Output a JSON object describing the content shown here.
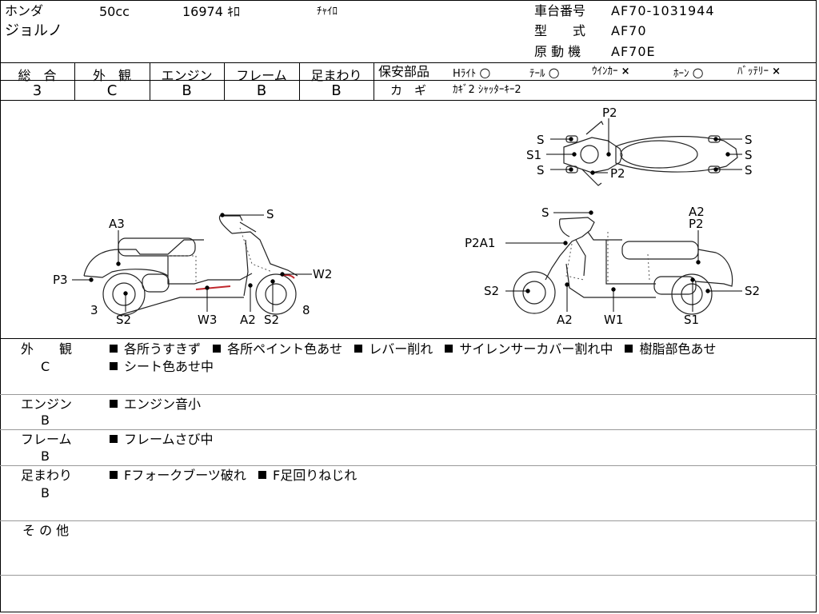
{
  "header": {
    "maker": "ホンダ",
    "displacement": "50cc",
    "mileage": "16974 ｷﾛ",
    "color": "ﾁｬｲﾛ",
    "model_name": "ジョルノ",
    "frame_no_label": "車台番号",
    "frame_no": "AF70-1031944",
    "type_label": "型　　式",
    "type": "AF70",
    "engine_label": "原 動 機",
    "engine": "AF70E"
  },
  "grades": {
    "headers": [
      "総　合",
      "外　観",
      "エンジン",
      "フレーム",
      "足まわり"
    ],
    "values": [
      "3",
      "C",
      "B",
      "B",
      "B"
    ]
  },
  "safety": {
    "label": "保安部品",
    "items": [
      {
        "name": "Hﾗｲﾄ",
        "mark": "○"
      },
      {
        "name": "ﾃｰﾙ",
        "mark": "○"
      },
      {
        "name": "ｳｲﾝｶｰ",
        "mark": "×"
      },
      {
        "name": "ﾎｰﾝ",
        "mark": "○"
      },
      {
        "name": "ﾊﾞｯﾃﾘｰ",
        "mark": "×"
      }
    ],
    "key_label": "カ　ギ",
    "key_value": "ｶｷﾞ2 ｼｬｯﾀｰｷｰ2"
  },
  "diagram_labels": {
    "top_view": [
      "P2",
      "S",
      "S1",
      "S",
      "P2",
      "S",
      "S",
      "S"
    ],
    "left_side": [
      "S",
      "A3",
      "P3",
      "W2",
      "3",
      "S2",
      "W3",
      "A2",
      "S2",
      "8"
    ],
    "right_side": [
      "S",
      "A2",
      "P2",
      "P2A1",
      "S2",
      "S2",
      "A2",
      "W1",
      "S1"
    ]
  },
  "notes": [
    {
      "label": "外　　観",
      "grade": "C",
      "items": [
        "各所うすきず",
        "各所ペイント色あせ",
        "レバー削れ",
        "サイレンサーカバー割れ中",
        "樹脂部色あせ",
        "シート色あせ中"
      ]
    },
    {
      "label": "エンジン",
      "grade": "B",
      "items": [
        "エンジン音小"
      ]
    },
    {
      "label": "フレーム",
      "grade": "B",
      "items": [
        "フレームさび中"
      ]
    },
    {
      "label": "足まわり",
      "grade": "B",
      "items": [
        "Fフォークブーツ破れ",
        "F足回りねじれ"
      ]
    },
    {
      "label": "そ の 他",
      "grade": "",
      "items": []
    }
  ]
}
